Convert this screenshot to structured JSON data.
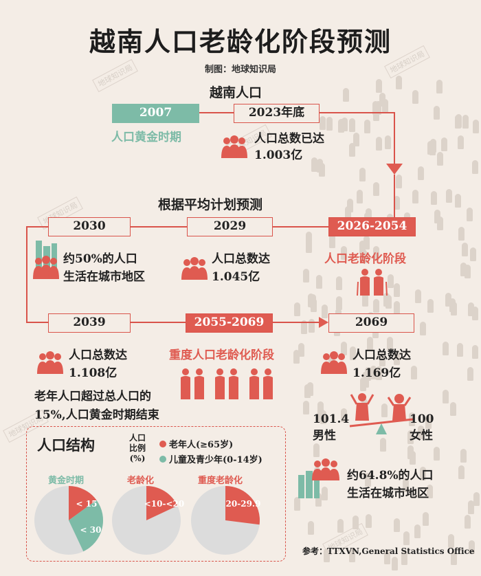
{
  "title": "越南人口老龄化阶段预测",
  "credit": "制图：地球知识局",
  "watermark": "地球知识局",
  "section_vietnam_pop": "越南人口",
  "section_forecast": "根据平均计划预测",
  "timeline": {
    "y2007": "2007",
    "y2007_label": "人口黄金时期",
    "y2023": "2023年底",
    "y2023_text": [
      "人口总数已达",
      "1.003亿"
    ],
    "y2026": "2026-2054",
    "y2026_label": "人口老龄化阶段",
    "y2029": "2029",
    "y2029_text": [
      "人口总数达",
      "1.045亿"
    ],
    "y2030": "2030",
    "y2030_text": [
      "约50%的人口",
      "生活在城市地区"
    ],
    "y2039": "2039",
    "y2039_text": [
      "人口总数达",
      "1.108亿"
    ],
    "y2039_note": [
      "老年人口超过总人口的",
      "15%,人口黄金时期结束"
    ],
    "y2055": "2055-2069",
    "y2055_label": "重度人口老龄化阶段",
    "y2069": "2069",
    "y2069_text": [
      "人口总数达",
      "1.169亿"
    ],
    "male_ratio": "101.4",
    "male_label": "男性",
    "female_ratio": "100",
    "female_label": "女性",
    "urban_2069": [
      "约64.8%的人口",
      "生活在城市地区"
    ]
  },
  "structure": {
    "heading": "人口结构",
    "ratio_label": [
      "人口",
      "比例",
      "(%)"
    ],
    "legend_elderly": "老年人(≥65岁)",
    "legend_youth": "儿童及青少年(0-14岁)",
    "pies": [
      {
        "label": "黄金时期",
        "elderly": "< 15",
        "youth": "< 30",
        "elderly_frac": 0.15,
        "youth_frac": 0.28
      },
      {
        "label": "老龄化",
        "elderly": "<10-<20",
        "elderly_frac": 0.18
      },
      {
        "label": "重度老龄化",
        "elderly": "20-29.9",
        "elderly_frac": 0.27
      }
    ]
  },
  "source": "参考：TTXVN,General Statistics Office",
  "colors": {
    "red": "#df5b51",
    "teal": "#7dbba7",
    "grey": "#dcdcdc",
    "bg": "#f4ede6"
  }
}
